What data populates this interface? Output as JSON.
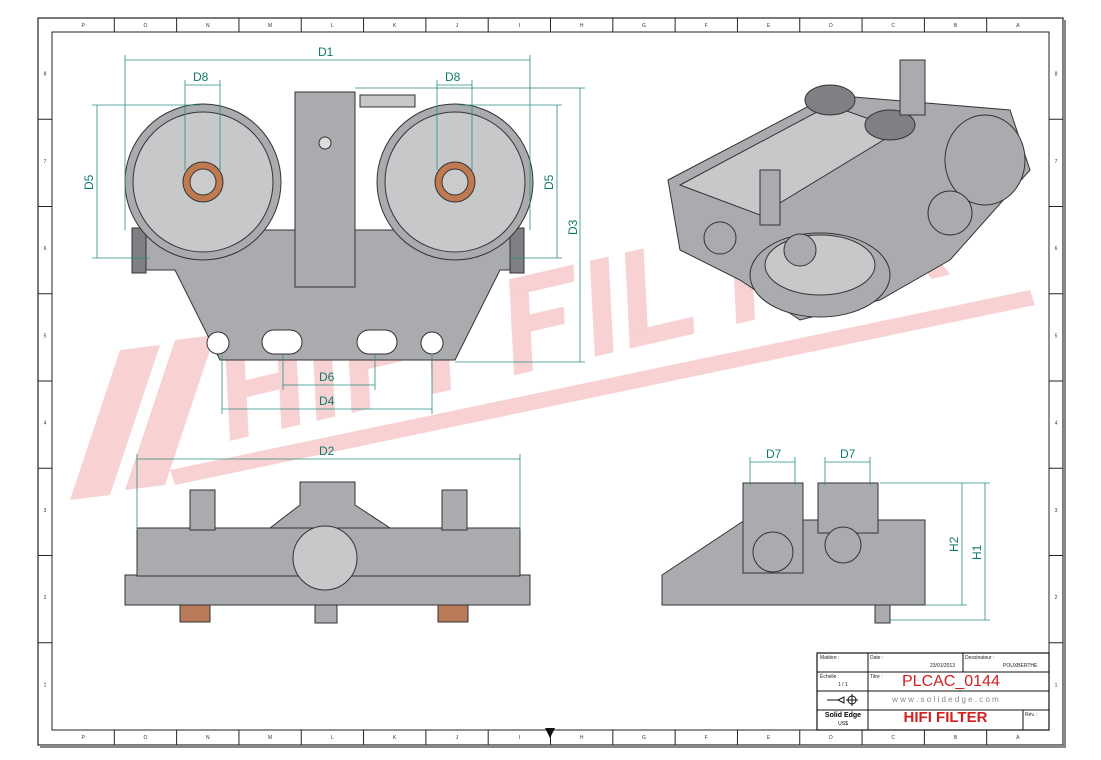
{
  "zones": {
    "columns": [
      "P",
      "O",
      "N",
      "M",
      "L",
      "K",
      "J",
      "I",
      "H",
      "G",
      "F",
      "E",
      "D",
      "C",
      "B",
      "A"
    ],
    "rows": [
      "8",
      "7",
      "6",
      "5",
      "4",
      "3",
      "2",
      "1"
    ]
  },
  "dimensions": {
    "d1": "D1",
    "d2": "D2",
    "d3": "D3",
    "d4": "D4",
    "d5": "D5",
    "d6": "D6",
    "d7": "D7",
    "d8": "D8",
    "h1": "H1",
    "h2": "H2"
  },
  "watermark": "HIFI FILTER",
  "title_block": {
    "material_label": "Matière :",
    "date_label": "Date :",
    "date": "23/01/2013",
    "drawer_label": "Dessinateur :",
    "drawer": "POUXBERTHE",
    "scale_label": "Échelle :",
    "scale": "1 / 1",
    "title_label": "Titre :",
    "title": "PLCAC_0144",
    "website": "w w w . s o l i d e d g e . c o m",
    "software": "Solid Edge",
    "software_sub": "US$",
    "brand": "HIFI FILTER",
    "rev_label": "Rév. :"
  },
  "colors": {
    "dimension": "#0f7a6a",
    "title_red": "#d42020",
    "watermark": "#f7c9cc"
  }
}
